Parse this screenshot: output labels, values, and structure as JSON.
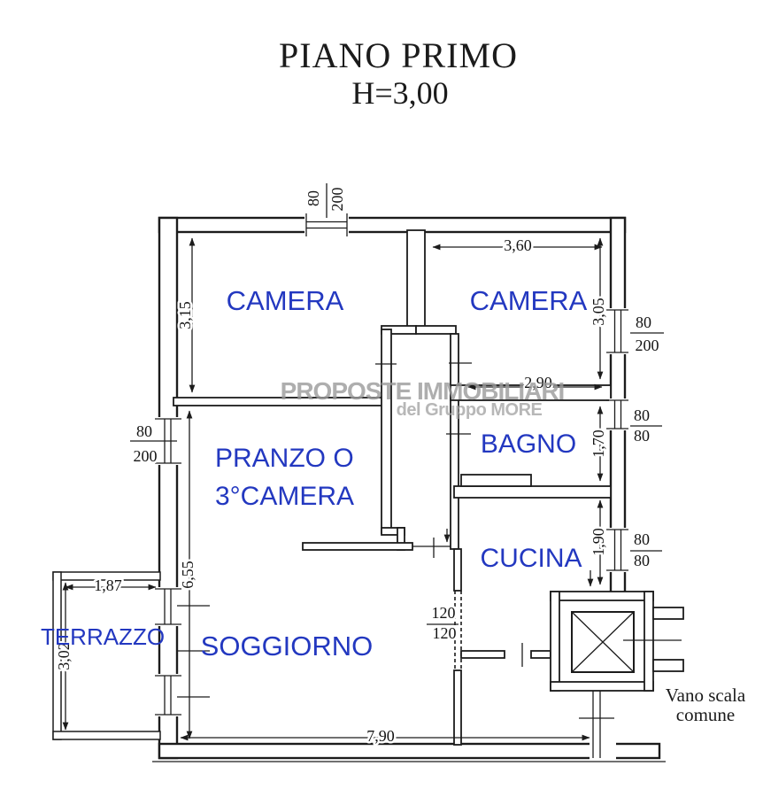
{
  "title": {
    "line1": "PIANO PRIMO",
    "line2": "H=3,00"
  },
  "watermark": {
    "line1": "PROPOSTE IMMOBILIARI",
    "line2": "del Gruppo MORE"
  },
  "rooms": {
    "camera1": "CAMERA",
    "camera2": "CAMERA",
    "pranzo_line1": "PRANZO O",
    "pranzo_line2": "3°CAMERA",
    "bagno": "BAGNO",
    "cucina": "CUCINA",
    "soggiorno": "SOGGIORNO",
    "terrazzo": "TERRAZZO"
  },
  "stairwell": {
    "line1": "Vano scala",
    "line2": "comune"
  },
  "dims": {
    "camera1_height": "3,15",
    "camera2_width": "3,60",
    "camera2_height": "3,05",
    "camera2_inner_width": "2,90",
    "bagno_height": "1,70",
    "cucina_height": "1,90",
    "pranzo_soggiorno_height": "6,55",
    "terrazzo_width": "1,87",
    "terrazzo_height": "3,02",
    "soggiorno_width": "7,90",
    "win_80": "80",
    "win_200": "200",
    "win_120": "120"
  },
  "colors": {
    "label_blue": "#2338c0",
    "line_black": "#1c1c1c",
    "watermark_gray": "#9a9a9a"
  }
}
